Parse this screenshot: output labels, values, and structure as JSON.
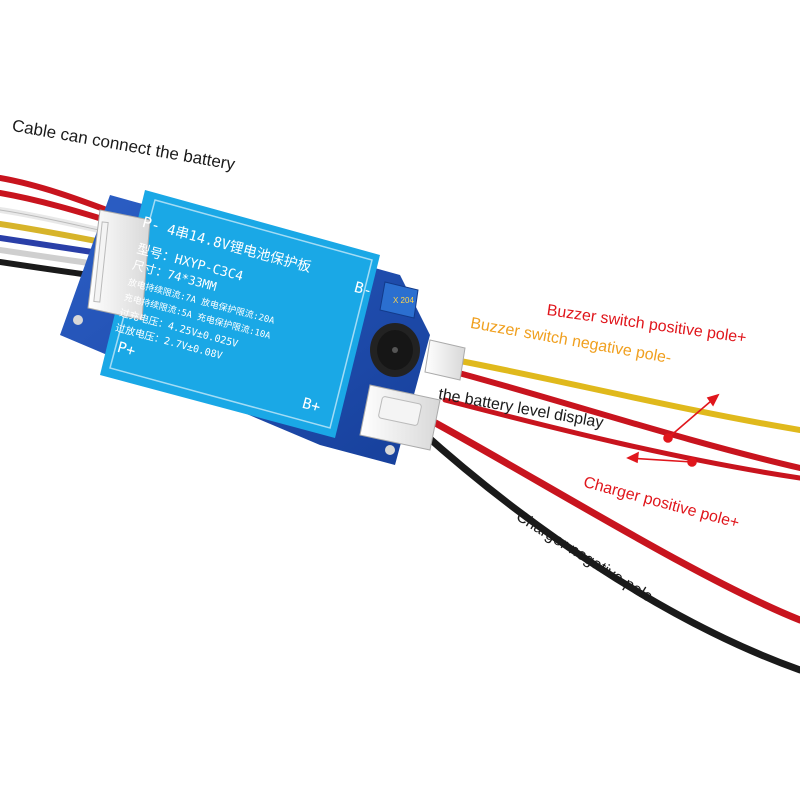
{
  "annotations": {
    "cable_battery": "Cable can connect the battery",
    "buzzer_positive": "Buzzer switch positive pole+",
    "buzzer_negative": "Buzzer switch negative pole-",
    "battery_level": "the battery level display",
    "charger_positive": "Charger positive pole+",
    "charger_negative": "Charger negative pole-"
  },
  "board_label": {
    "p_minus": "P-",
    "line1": "4串14.8V锂电池保护板",
    "b_minus": "B-",
    "line2": "型号：HXYP-C3C4",
    "line3": "尺寸：74*33MM",
    "line4": "放电持续限流:7A 放电保护限流:20A",
    "line5": "充电持续限流:5A 充电保护限流:10A",
    "line6": "过充电压：4.25V±0.025V",
    "line7": "过放电压：2.7V±0.08V",
    "p_plus": "P+",
    "b_plus": "B+"
  },
  "colors": {
    "annotation_red": "#e0161c",
    "annotation_orange": "#f0a020",
    "annotation_black": "#1a1a1a",
    "wire_red": "#c8141e",
    "wire_yellow": "#e8c020",
    "wire_black": "#1a1a1a",
    "wire_blue": "#2a3fa8",
    "wire_white": "#eeeeee",
    "pcb_blue": "#1f4fb4",
    "label_blue": "#1aa8e6"
  }
}
